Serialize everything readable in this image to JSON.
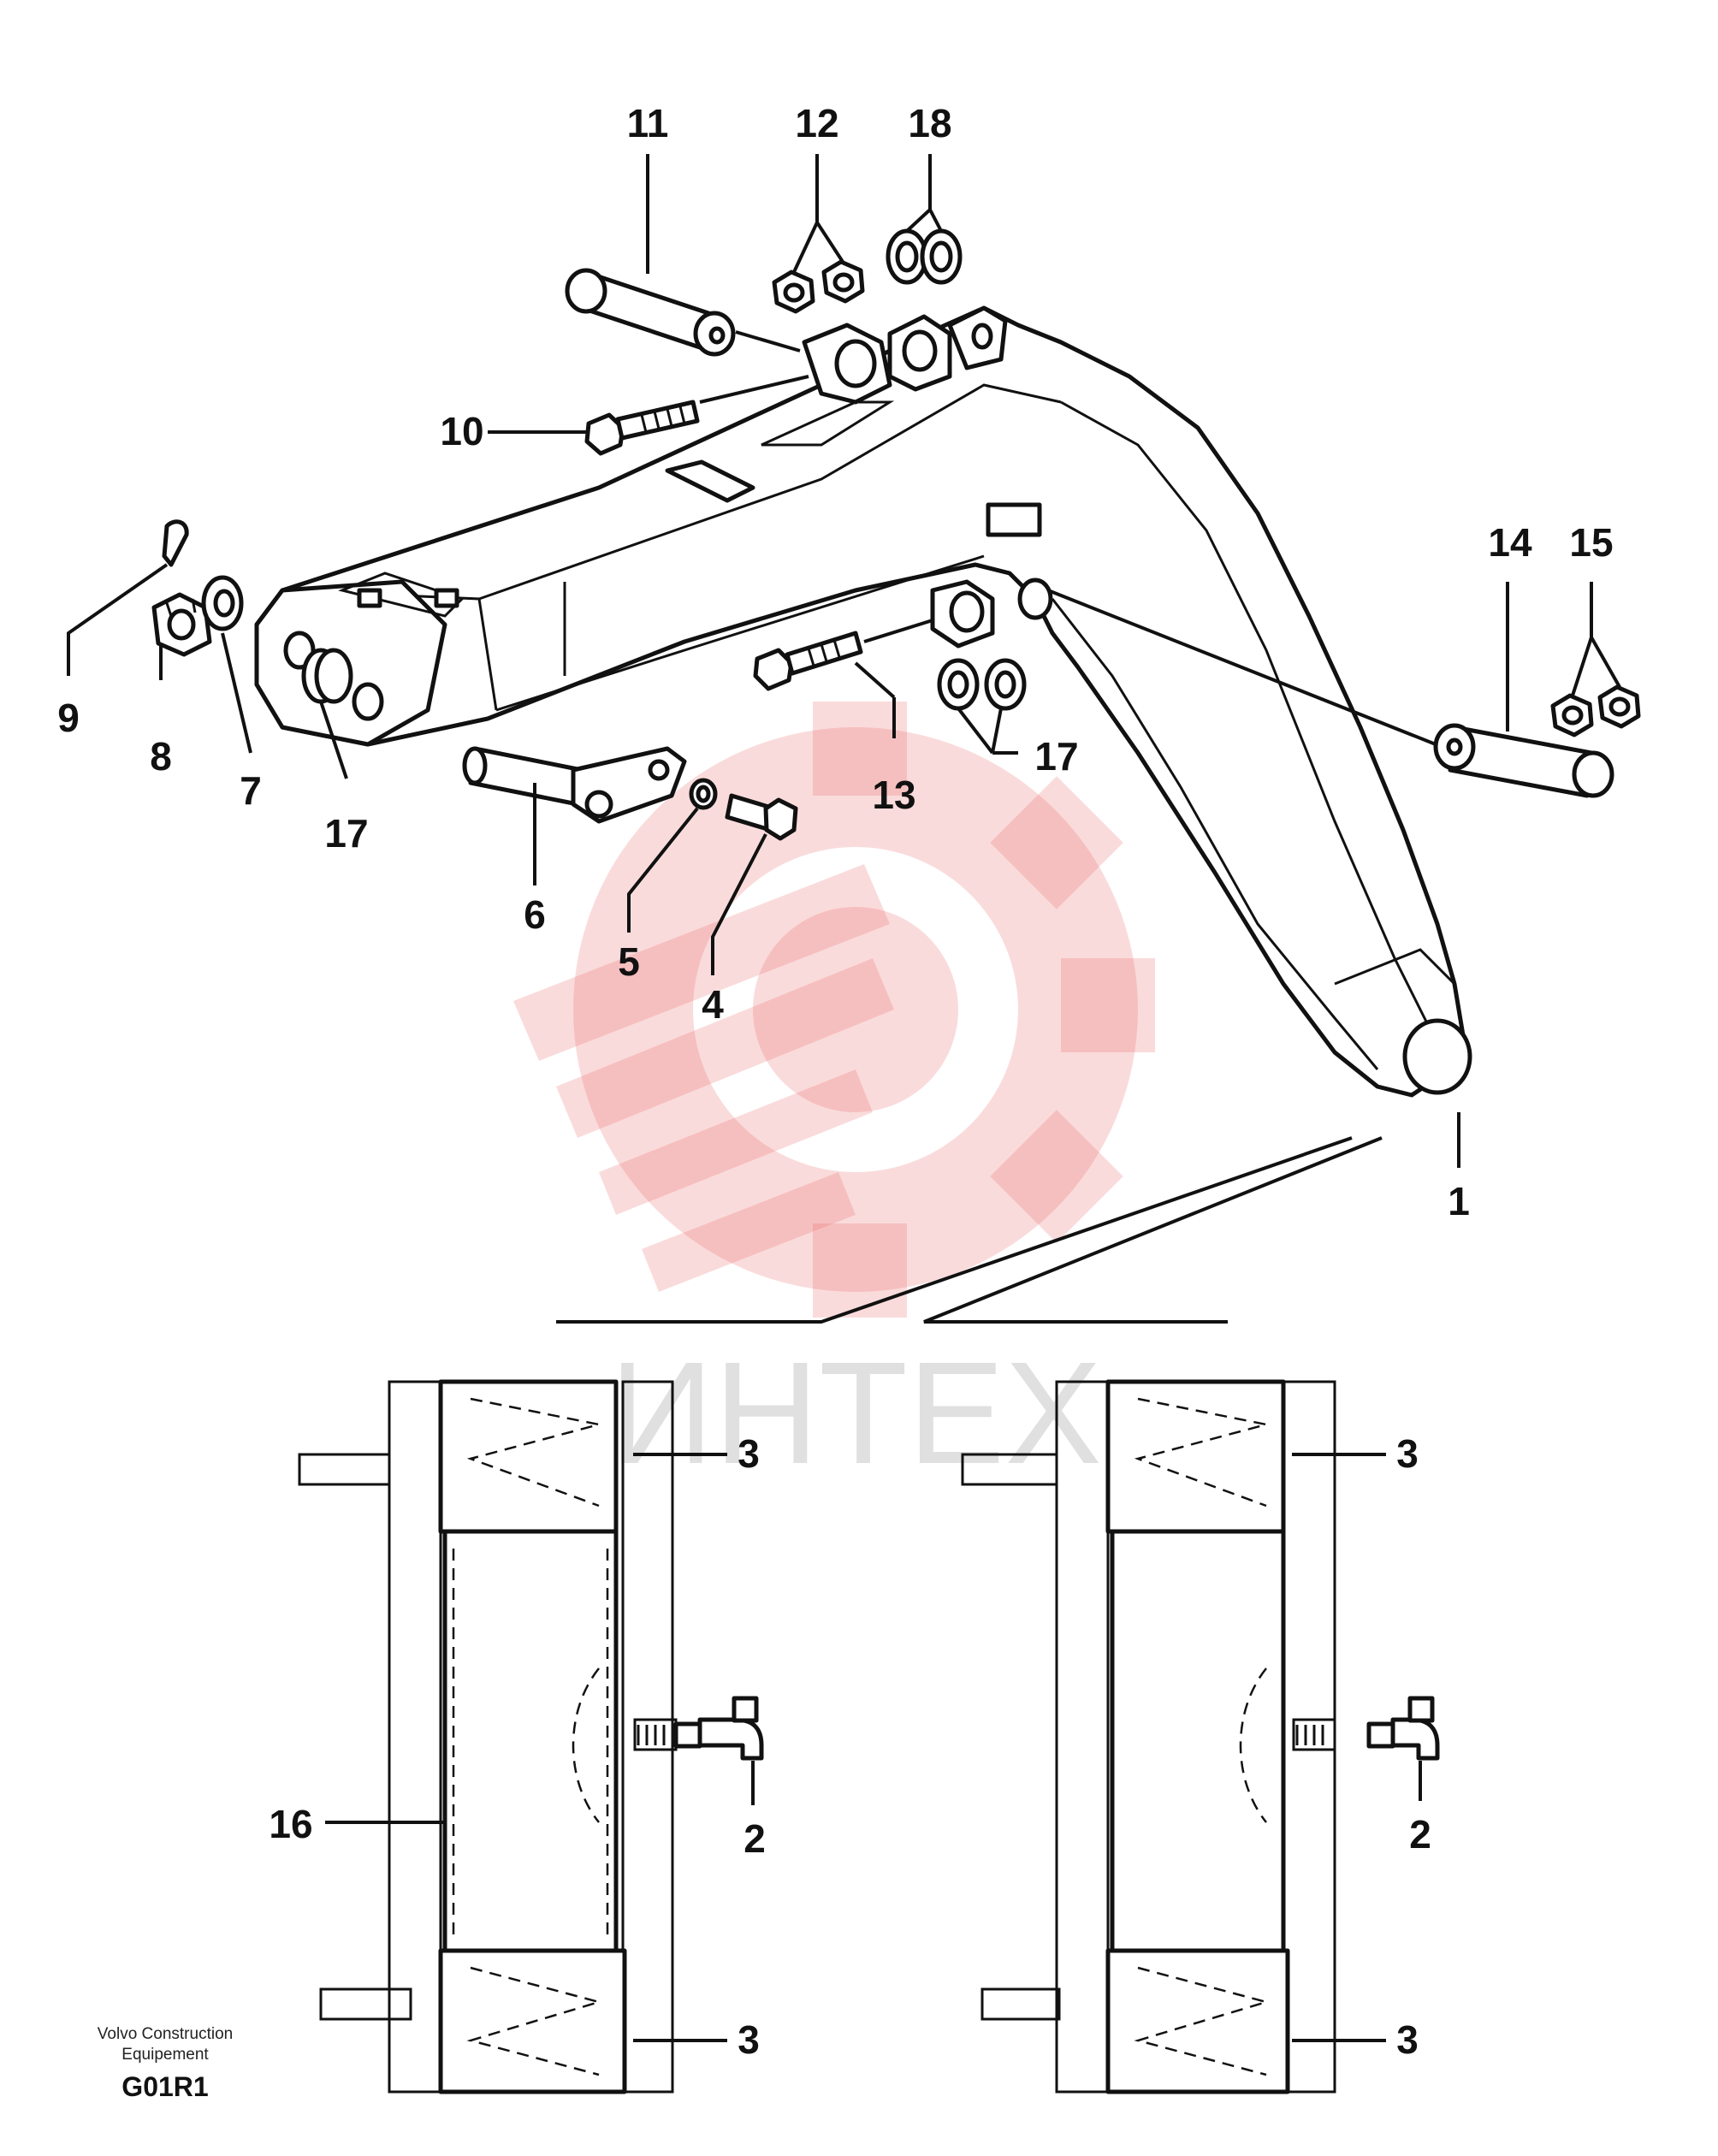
{
  "diagram": {
    "labels": {
      "l1": "1",
      "l2a": "2",
      "l2b": "2",
      "l3a": "3",
      "l3b": "3",
      "l3c": "3",
      "l3d": "3",
      "l4": "4",
      "l5": "5",
      "l6": "6",
      "l7": "7",
      "l8": "8",
      "l9": "9",
      "l10": "10",
      "l11": "11",
      "l12": "12",
      "l13": "13",
      "l14": "14",
      "l15": "15",
      "l16": "16",
      "l17a": "17",
      "l17b": "17",
      "l18": "18"
    },
    "watermark_text": "ИНТЕХ",
    "footer": {
      "line1": "Volvo Construction",
      "line2": "Equipement",
      "code": "G01R1"
    },
    "colors": {
      "line": "#111111",
      "watermark": "#e85a5a"
    }
  }
}
